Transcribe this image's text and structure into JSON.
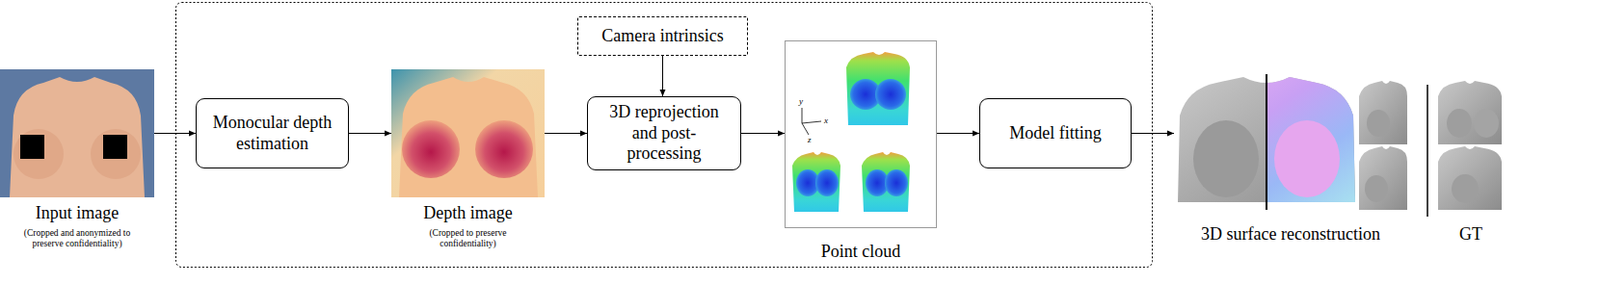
{
  "diagram": {
    "nodes": [
      {
        "text": [
          "Input image",
          "(Cropped and anonymized to preserve confidentiality)"
        ]
      },
      {
        "text": [
          "Monocular depth estimation"
        ]
      },
      {
        "text": [
          "Depth image",
          "(Cropped to preserve confidentiality)"
        ]
      },
      {
        "text": [
          "Camera intrinsics"
        ]
      },
      {
        "text": [
          "3D reprojection and post-processing"
        ]
      },
      {
        "text": [
          "Point cloud"
        ]
      },
      {
        "text": [
          "Model fitting"
        ]
      },
      {
        "text": [
          "3D surface reconstruction"
        ]
      },
      {
        "text": [
          "GT"
        ]
      }
    ],
    "edges": [
      {
        "from": 0,
        "to": 1,
        "arrow": "to"
      },
      {
        "from": 1,
        "to": 2,
        "arrow": "to"
      },
      {
        "from": 2,
        "to": 4,
        "arrow": "to"
      },
      {
        "from": 3,
        "to": 4,
        "arrow": "to"
      },
      {
        "from": 4,
        "to": 5,
        "arrow": "to"
      },
      {
        "from": 5,
        "to": 6,
        "arrow": "to"
      },
      {
        "from": 6,
        "to": 7,
        "arrow": "to"
      }
    ],
    "labels": [
      "y",
      "x",
      "z"
    ]
  }
}
